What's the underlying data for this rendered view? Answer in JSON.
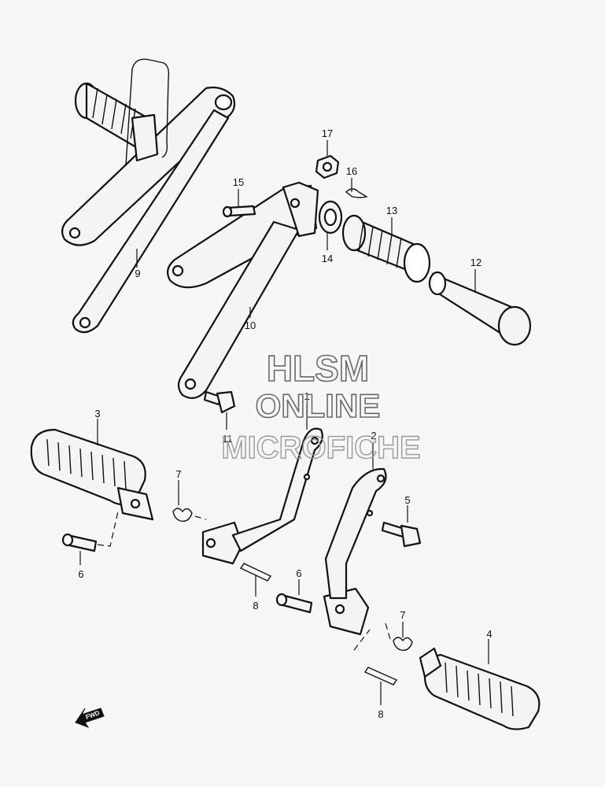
{
  "watermark": {
    "line1": "HLSM",
    "line2": "ONLINE",
    "line3": "MICROFICHE"
  },
  "fwd_label": "FWD",
  "callouts": {
    "c1": "1",
    "c2": "2",
    "c3": "3",
    "c4": "4",
    "c5": "5",
    "c6a": "6",
    "c6b": "6",
    "c7a": "7",
    "c7b": "7",
    "c8a": "8",
    "c8b": "8",
    "c9": "9",
    "c10": "10",
    "c11": "11",
    "c12": "12",
    "c13": "13",
    "c14": "14",
    "c15": "15",
    "c16": "16",
    "c17": "17"
  },
  "colors": {
    "line": "#111111",
    "background": "#f7f7f7",
    "watermark": "#6a6a6a"
  }
}
